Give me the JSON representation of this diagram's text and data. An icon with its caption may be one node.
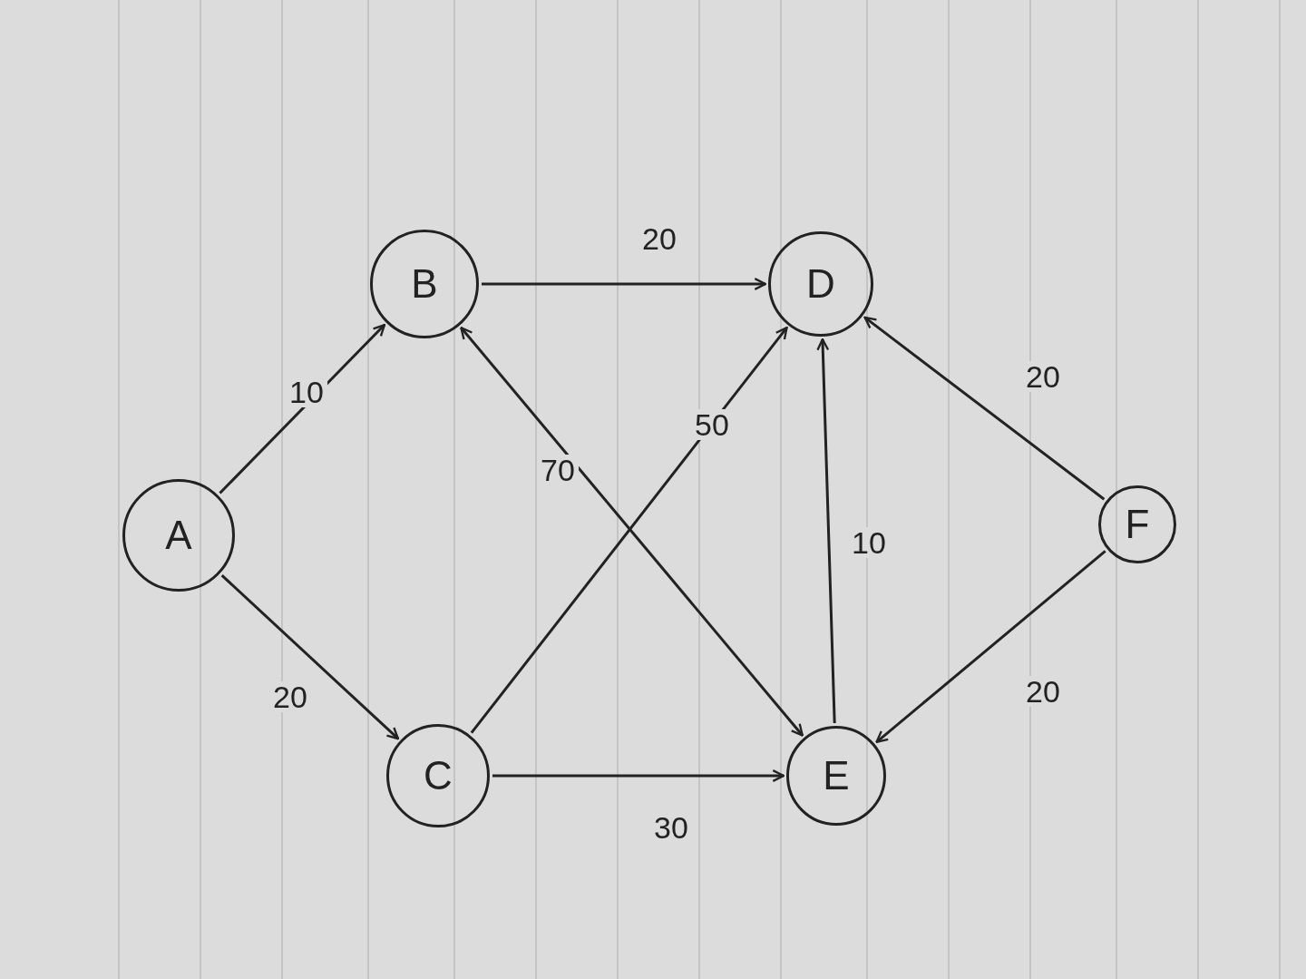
{
  "diagram": {
    "nodes": [
      {
        "text": [
          "A"
        ]
      },
      {
        "text": [
          "B"
        ]
      },
      {
        "text": [
          "C"
        ]
      },
      {
        "text": [
          "D"
        ]
      },
      {
        "text": [
          "E"
        ]
      },
      {
        "text": [
          "F"
        ]
      }
    ],
    "edges": [
      {
        "from": 0,
        "to": 1,
        "arrow": "to",
        "label": "10"
      },
      {
        "from": 0,
        "to": 2,
        "arrow": "to",
        "label": "20"
      },
      {
        "from": 1,
        "to": 3,
        "arrow": "to",
        "label": "20"
      },
      {
        "from": 2,
        "to": 3,
        "arrow": "to",
        "label": "50"
      },
      {
        "from": 4,
        "to": 1,
        "arrow": "both",
        "label": "70"
      },
      {
        "from": 2,
        "to": 4,
        "arrow": "to",
        "label": "30"
      },
      {
        "from": 4,
        "to": 3,
        "arrow": "to",
        "label": "10"
      },
      {
        "from": 5,
        "to": 3,
        "arrow": "to",
        "label": "20"
      },
      {
        "from": 5,
        "to": 4,
        "arrow": "to",
        "label": "20"
      }
    ]
  }
}
